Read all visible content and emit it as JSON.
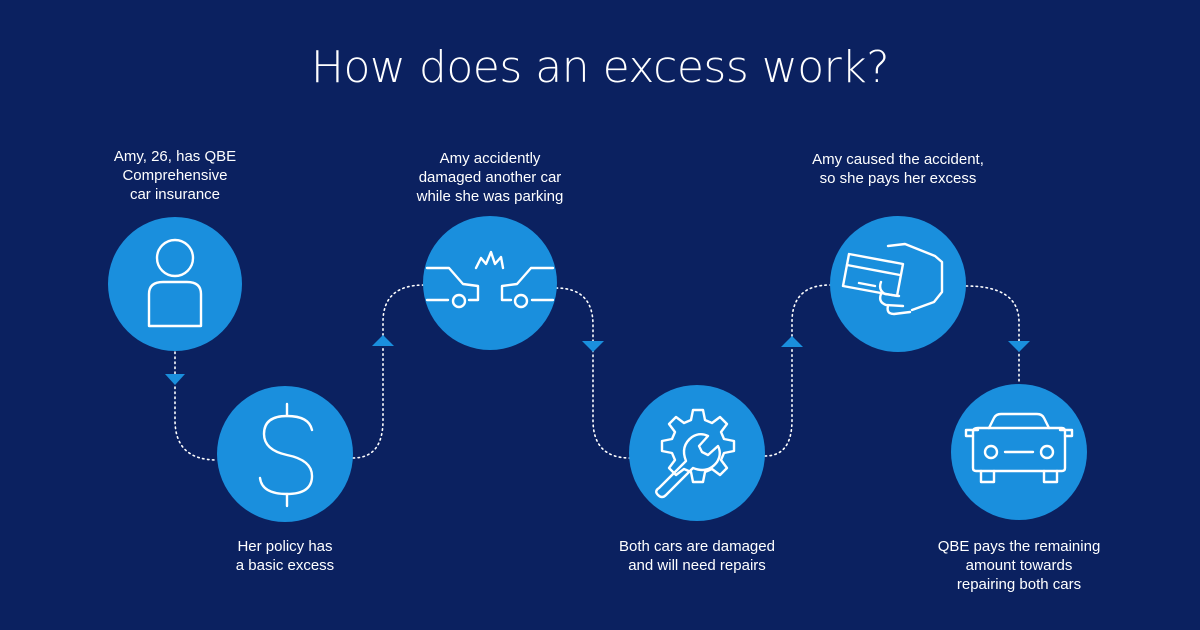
{
  "title": "How does an excess work?",
  "colors": {
    "background": "#0b2160",
    "circle": "#1a8fdd",
    "arrow": "#1a8fdd",
    "connector": "#ffffff",
    "text": "#ffffff"
  },
  "steps": [
    {
      "text_lines": [
        "Amy, 26, has QBE",
        "Comprehensive",
        "car insurance"
      ],
      "icon": "person-icon"
    },
    {
      "text_lines": [
        "Her policy has",
        "a basic excess"
      ],
      "icon": "dollar-icon"
    },
    {
      "text_lines": [
        "Amy accidently",
        "damaged another car",
        "while she was parking"
      ],
      "icon": "car-collision-icon"
    },
    {
      "text_lines": [
        "Both cars are damaged",
        "and will need repairs"
      ],
      "icon": "gear-wrench-icon"
    },
    {
      "text_lines": [
        "Amy caused the accident,",
        "so she pays her excess"
      ],
      "icon": "hand-card-payment-icon"
    },
    {
      "text_lines": [
        "QBE pays the remaining",
        "amount towards",
        "repairing both cars"
      ],
      "icon": "car-front-icon"
    }
  ]
}
